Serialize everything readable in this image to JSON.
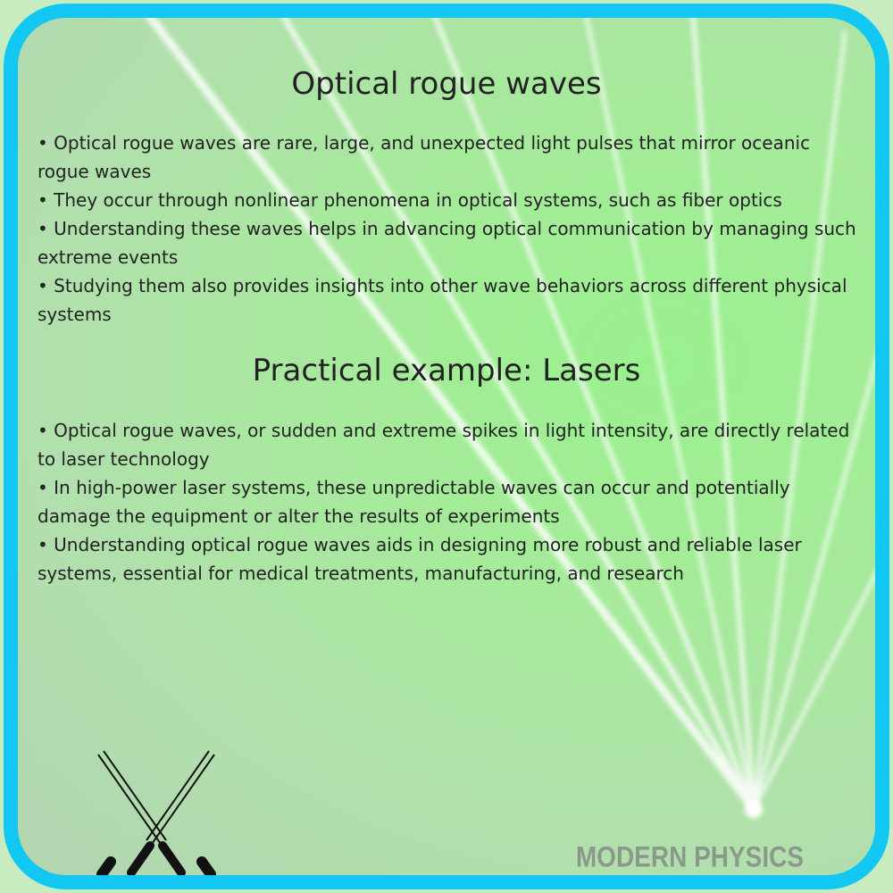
{
  "section1": {
    "title": "Optical rogue waves",
    "bullets": [
      "Optical rogue waves are rare, large, and unexpected light pulses that mirror oceanic rogue waves",
      "They occur through nonlinear phenomena in optical systems, such as fiber optics",
      "Understanding these waves helps in advancing optical communication by managing such extreme events",
      "Studying them also provides insights into other wave behaviors across different physical systems"
    ]
  },
  "section2": {
    "title": "Practical example: Lasers",
    "bullets": [
      "Optical rogue waves, or sudden and extreme spikes in light intensity, are directly related to laser technology",
      "In high-power laser systems, these unpredictable waves can occur and potentially damage the equipment or alter the results of experiments",
      "Understanding optical rogue waves aids in designing more robust and reliable laser systems, essential for medical treatments, manufacturing, and research"
    ]
  },
  "footer": {
    "logo_text": "MODERN PHYSICS",
    "icon": "crossed-lightsabers-icon"
  },
  "colors": {
    "border": "#12c8f2",
    "background": "#a6ea9b"
  }
}
